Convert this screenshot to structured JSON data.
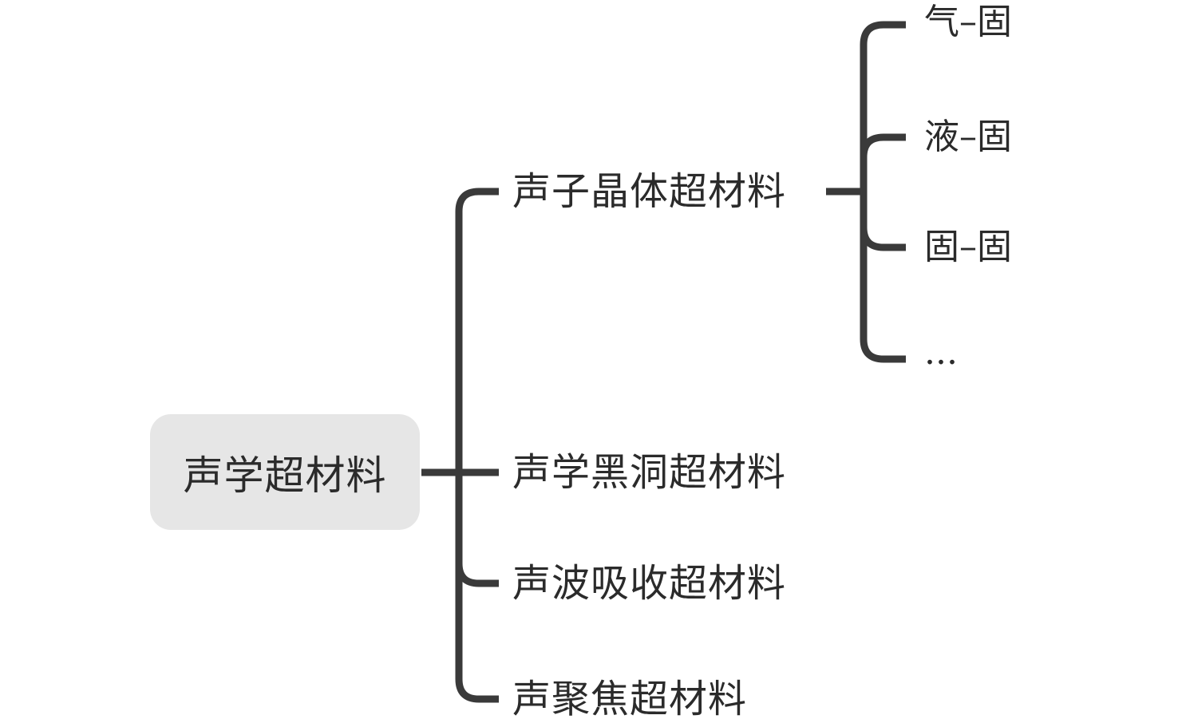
{
  "root": {
    "label": "声学超材料"
  },
  "branches": [
    {
      "label": "声子晶体超材料",
      "children": [
        "气–固",
        "液–固",
        "固–固",
        "..."
      ]
    },
    {
      "label": "声学黑洞超材料"
    },
    {
      "label": "声波吸收超材料"
    },
    {
      "label": "声聚焦超材料"
    }
  ],
  "colors": {
    "connector": "#3a3a3a",
    "root_fill": "#e6e6e6",
    "text": "#2b2b2b"
  }
}
